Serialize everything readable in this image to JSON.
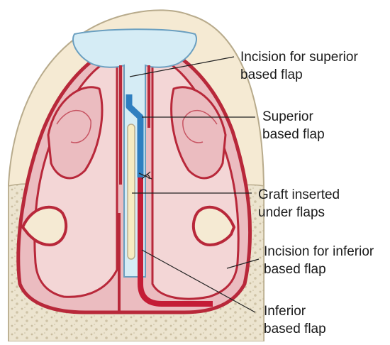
{
  "labels": {
    "incision_superior": [
      "Incision for superior",
      "based flap"
    ],
    "superior_flap": [
      "Superior",
      "based flap"
    ],
    "graft": [
      "Graft inserted",
      "under flaps"
    ],
    "incision_inferior": [
      "Incision for inferior",
      "based flap"
    ],
    "inferior_flap": [
      "Inferior",
      "based flap"
    ]
  },
  "colors": {
    "skin": "#f5ead3",
    "skin_outline": "#b8ab8c",
    "bone": "#ece4cf",
    "bone_dots": "#c9bd9f",
    "mucosa_fill": "#ebbcc0",
    "mucosa_inner": "#f3d6d6",
    "mucosa_outline": "#b8283a",
    "cartilage": "#d5ecf5",
    "cartilage_outline": "#6a9fc0",
    "superior_flap": "#2f7fc0",
    "inferior_flap": "#c41c36",
    "graft": "#f7ecc2",
    "leader": "#222222"
  }
}
